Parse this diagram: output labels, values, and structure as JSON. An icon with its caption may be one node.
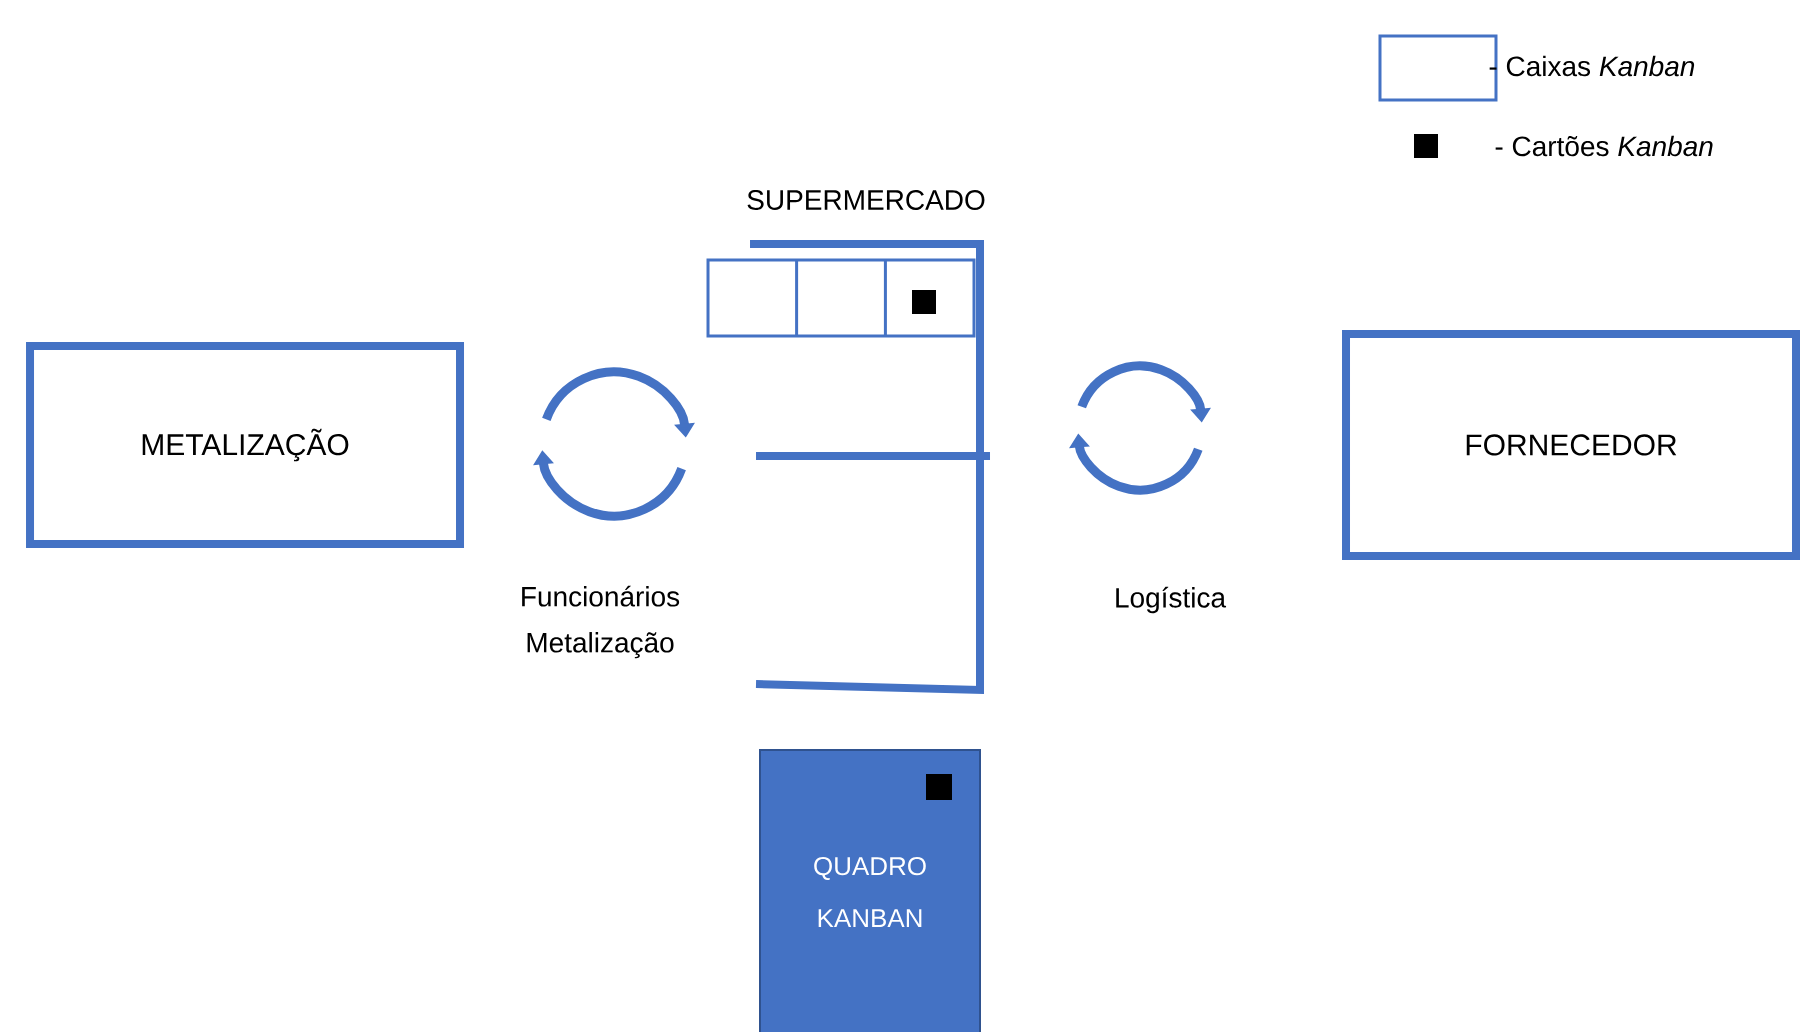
{
  "diagram": {
    "nodes": [
      {
        "text": [
          "METALIZAÇÃO"
        ]
      },
      {
        "text": [
          "FORNECEDOR"
        ]
      },
      {
        "text": [
          "SUPERMERCADO"
        ]
      },
      {
        "text": [
          "QUADRO KANBAN"
        ]
      }
    ],
    "labels": [
      "Funcionários Metalização",
      "Logística"
    ],
    "legend": [
      {
        "text": "- Caixas *Kanban*"
      },
      {
        "text": "- Cartões *Kanban*",
        "color": "#000000"
      }
    ]
  }
}
